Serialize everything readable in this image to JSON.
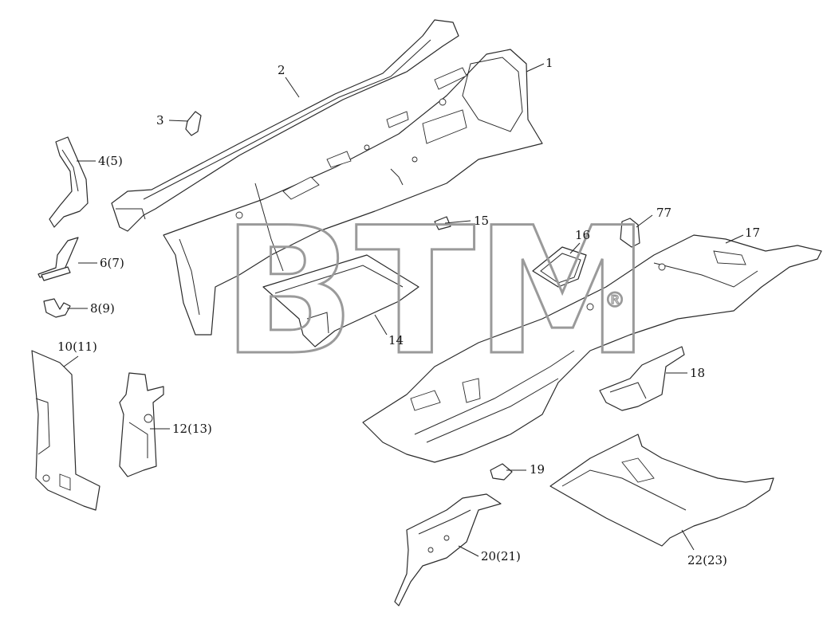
{
  "watermark": {
    "text": "BTM",
    "mark": "®"
  },
  "callouts": [
    {
      "id": "c1",
      "label": "1"
    },
    {
      "id": "c2",
      "label": "2"
    },
    {
      "id": "c3",
      "label": "3"
    },
    {
      "id": "c4",
      "label": "4(5)"
    },
    {
      "id": "c6",
      "label": "6(7)"
    },
    {
      "id": "c8",
      "label": "8(9)"
    },
    {
      "id": "c10",
      "label": "10(11)"
    },
    {
      "id": "c12",
      "label": "12(13)"
    },
    {
      "id": "c14",
      "label": "14"
    },
    {
      "id": "c15",
      "label": "15"
    },
    {
      "id": "c16",
      "label": "16"
    },
    {
      "id": "c77",
      "label": "77"
    },
    {
      "id": "c17",
      "label": "17"
    },
    {
      "id": "c18",
      "label": "18"
    },
    {
      "id": "c19",
      "label": "19"
    },
    {
      "id": "c20",
      "label": "20(21)"
    },
    {
      "id": "c22",
      "label": "22(23)"
    }
  ]
}
